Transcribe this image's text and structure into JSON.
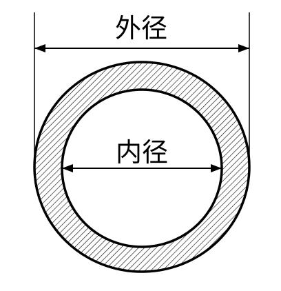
{
  "labels": {
    "outer_diameter": "外径",
    "inner_diameter": "内径"
  },
  "colors": {
    "stroke": "#000000",
    "hatch": "#000000",
    "background": "#ffffff"
  },
  "hatch_pattern": "diagonal-lines"
}
